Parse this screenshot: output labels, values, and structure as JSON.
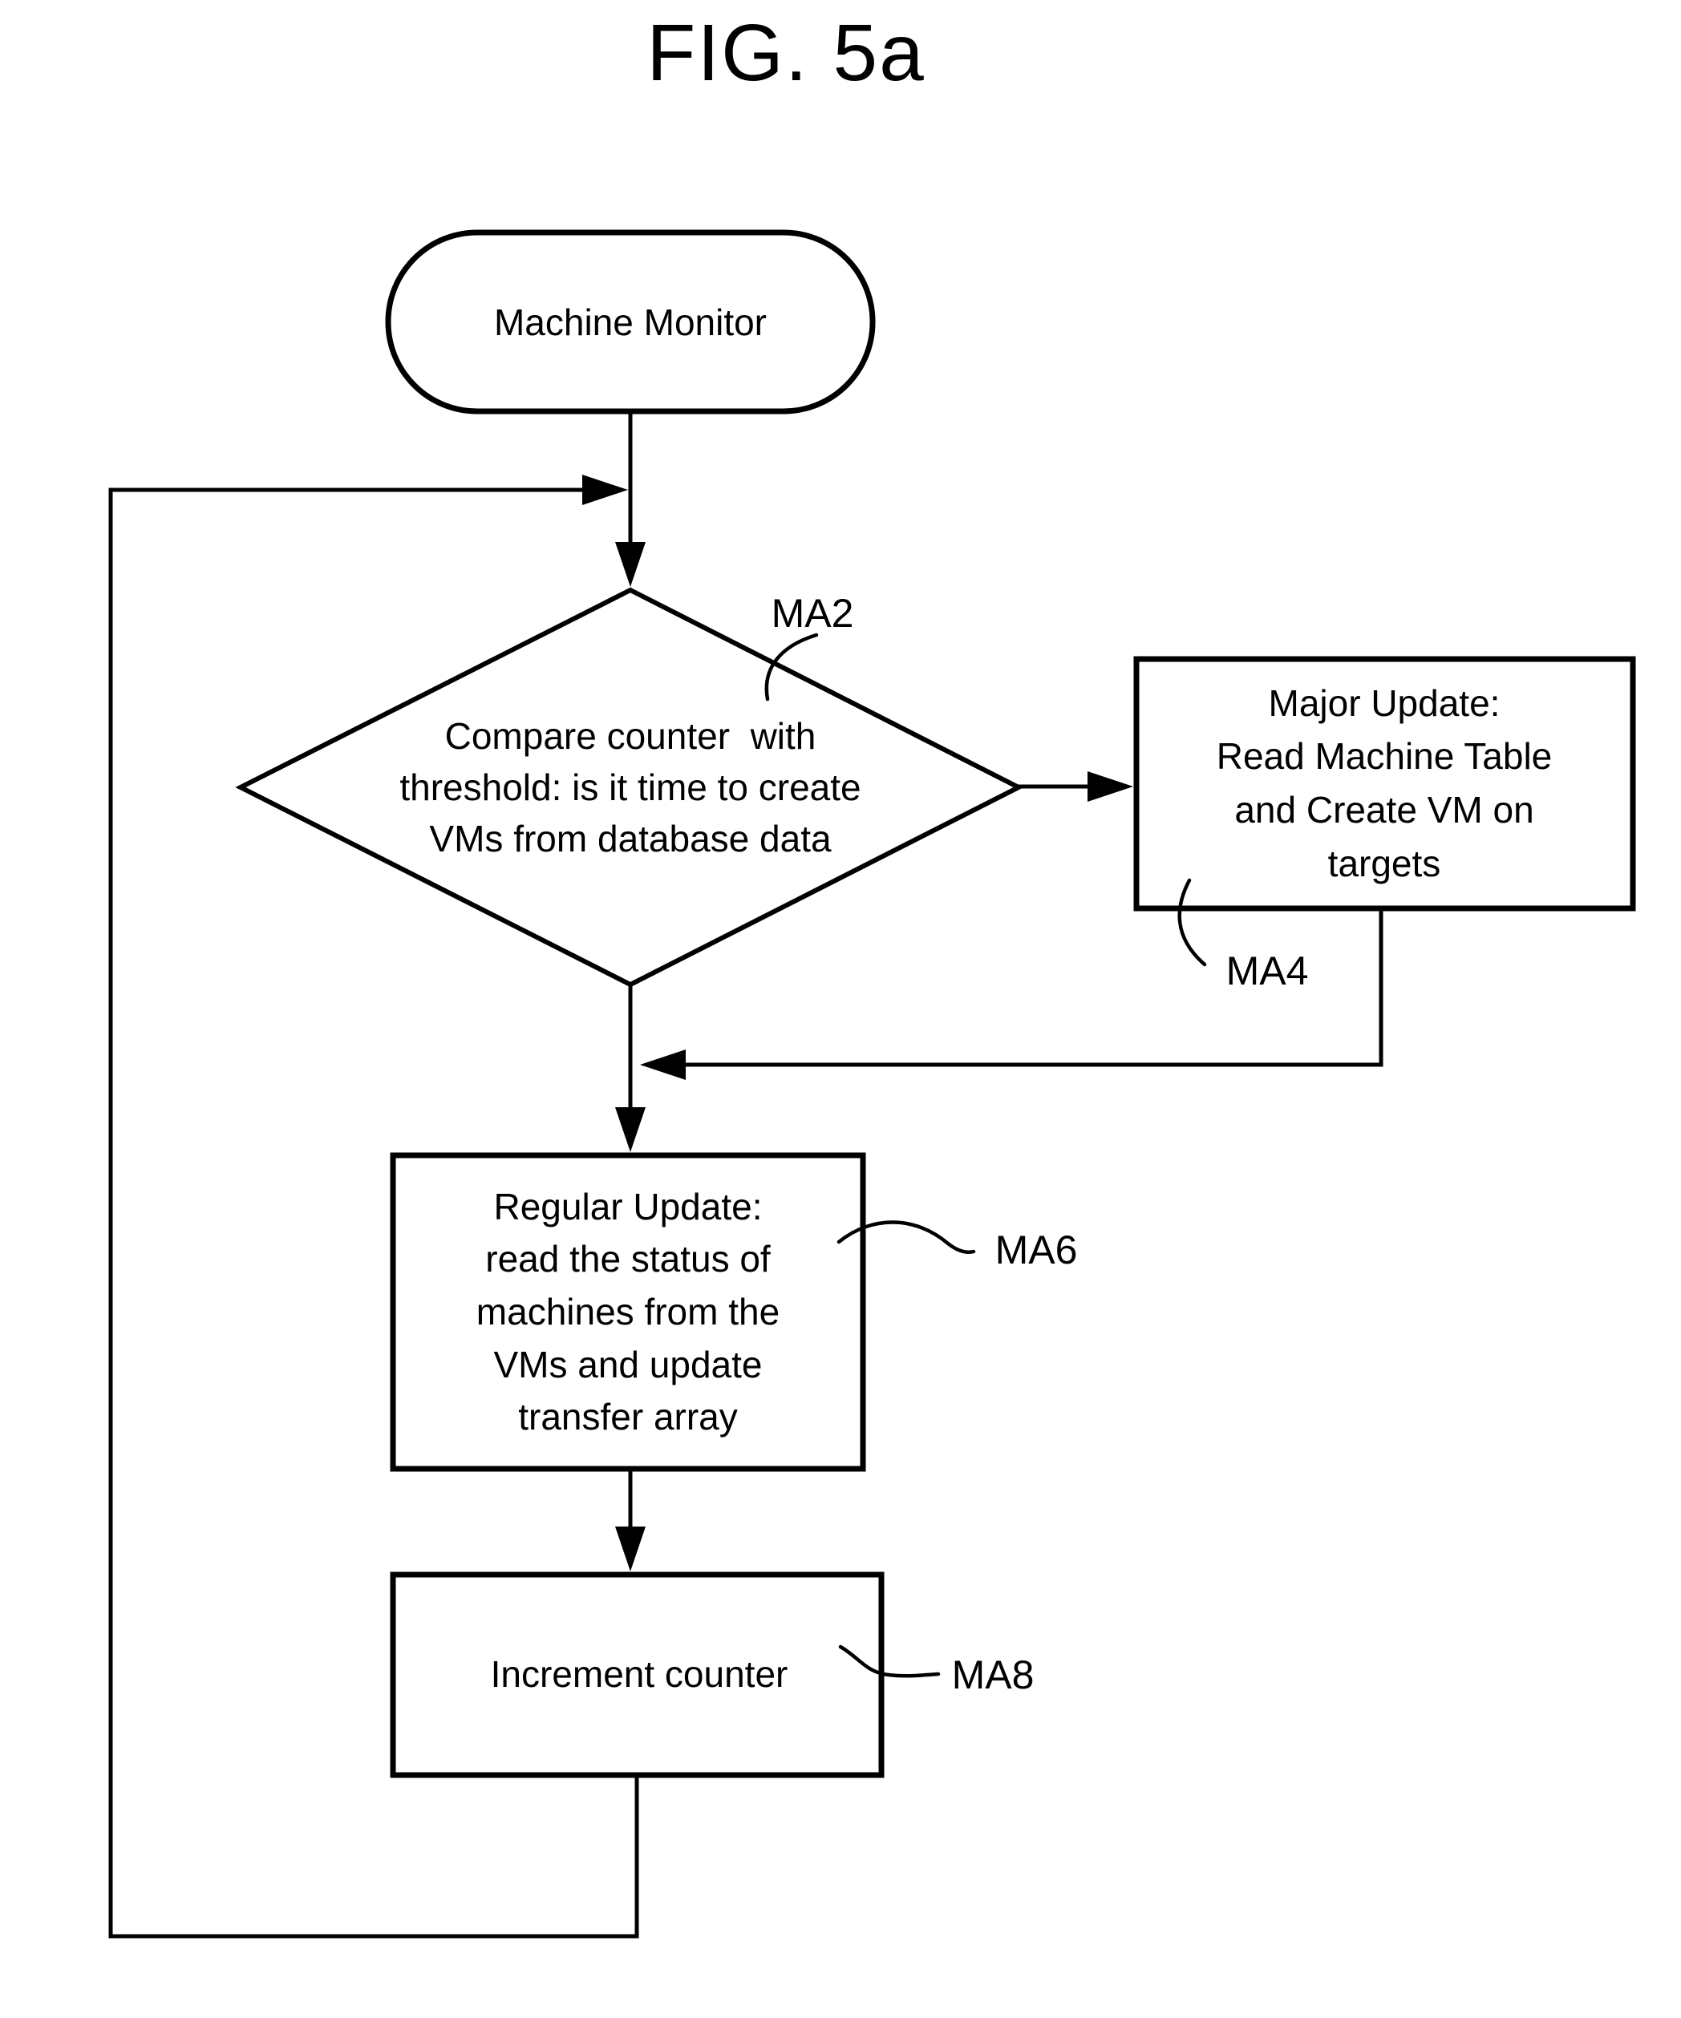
{
  "figure_title": "FIG. 5a",
  "colors": {
    "ink": "#000000",
    "paper": "#ffffff"
  },
  "flowchart": {
    "start": {
      "label": "Machine Monitor"
    },
    "decision_ma2": {
      "ref_label": "MA2",
      "text_lines": [
        "Compare counter  with",
        "threshold: is it time to create",
        "VMs from database data"
      ]
    },
    "process_ma4": {
      "ref_label": "MA4",
      "text_lines": [
        "Major Update:",
        "Read Machine Table",
        "and Create VM on",
        "targets"
      ]
    },
    "process_ma6": {
      "ref_label": "MA6",
      "text_lines": [
        "Regular Update:",
        "read the status of",
        "machines from the",
        "VMs and update",
        "transfer array"
      ]
    },
    "process_ma8": {
      "ref_label": "MA8",
      "text_lines": [
        "Increment counter"
      ]
    }
  }
}
